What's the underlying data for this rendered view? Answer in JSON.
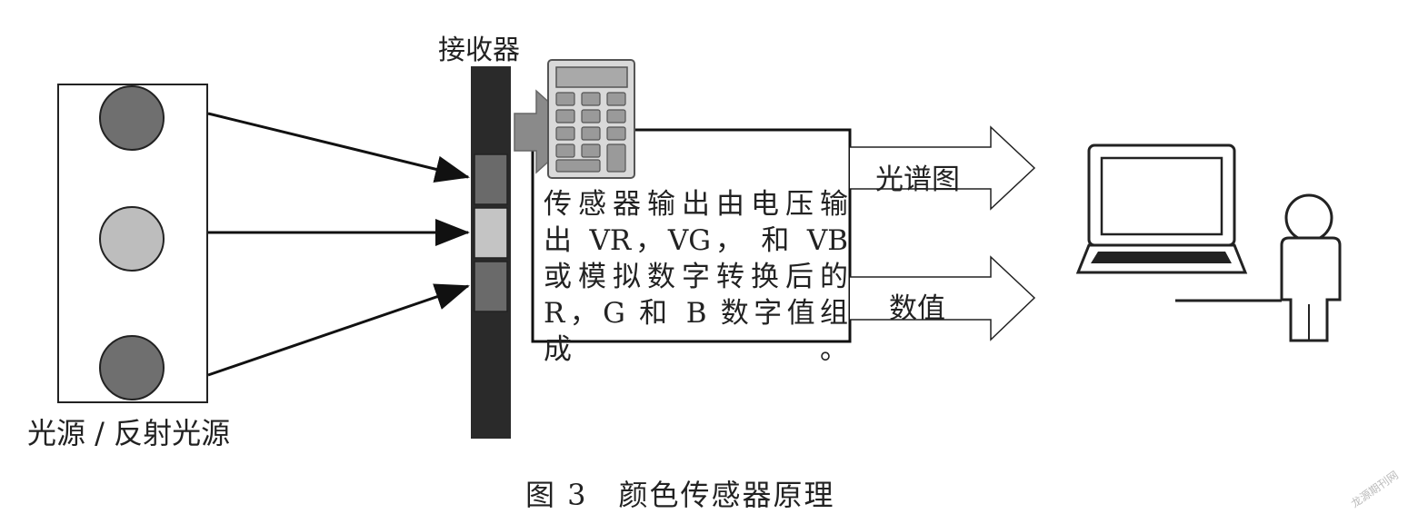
{
  "labels": {
    "source": "光源 / 反射光源",
    "receiver": "接收器",
    "description_lines": [
      "传感器输出由电压输",
      "出 VR，VG， 和 VB",
      "或模拟数字转换后的",
      "R，G 和 B 数字值组成。"
    ],
    "output_spectrum": "光谱图",
    "output_values": "数值",
    "caption": "图 3　颜色传感器原理",
    "watermark": "龙源期刊网"
  },
  "colors": {
    "led_top": "#6f6f6f",
    "led_middle": "#bdbdbd",
    "led_bottom": "#6f6f6f",
    "receiver_bar": "#2a2a2a",
    "sensor_cell_dark": "#6a6a6a",
    "sensor_cell_light": "#c4c4c4",
    "input_arrow": "#8a8a8a"
  }
}
